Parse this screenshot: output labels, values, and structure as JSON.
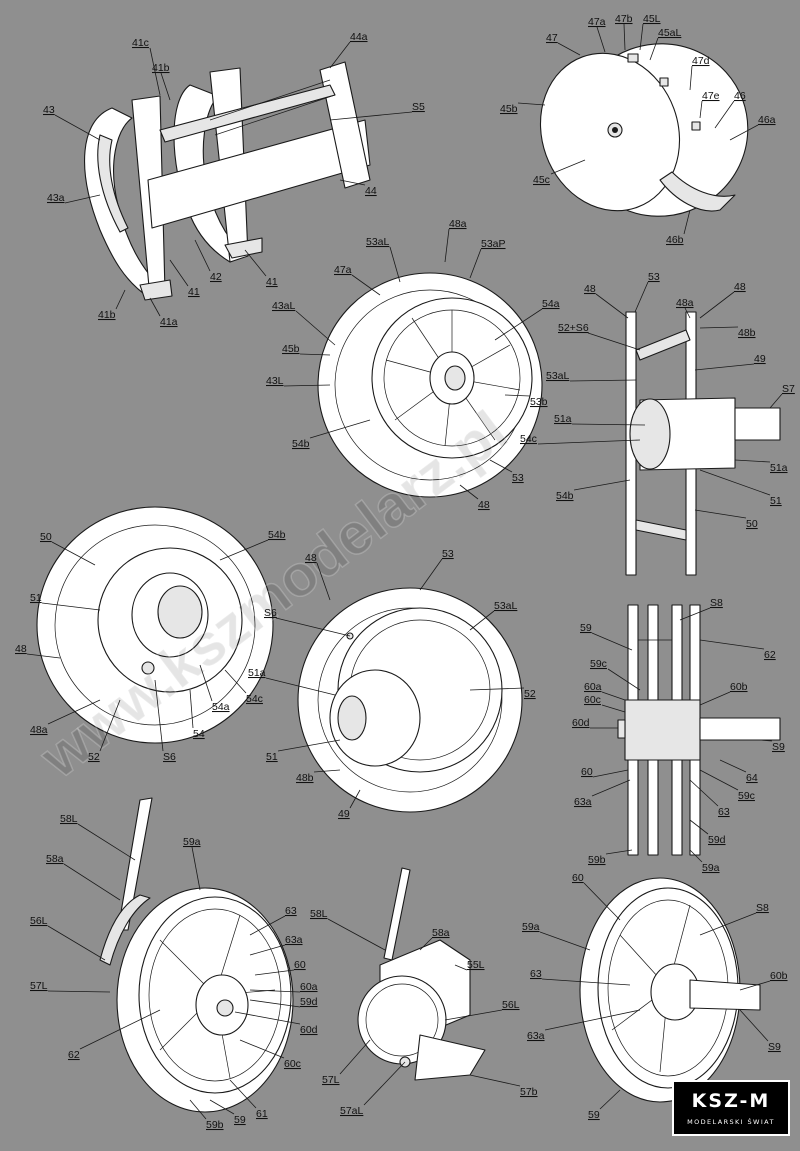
{
  "watermark": "www.kszmodelarz.pl",
  "logo": {
    "brand": "KSZ-M",
    "subtitle": "MODELARSKI ŚWIAT"
  },
  "colors": {
    "background": "#8f8f8f",
    "part_fill": "#ffffff",
    "outline": "#1a1a1a"
  },
  "labels": {
    "l41c": "41c",
    "l44a": "44a",
    "l41b_top": "41b",
    "l43": "43",
    "l_S5": "S5",
    "l43a": "43a",
    "l44": "44",
    "l42": "42",
    "l41_a": "41",
    "l41_b": "41",
    "l41b_bot": "41b",
    "l41a": "41a",
    "l47a_top": "47a",
    "l47b": "47b",
    "l45L": "45L",
    "l45aL": "45aL",
    "l47": "47",
    "l47d": "47d",
    "l47e": "47e",
    "l46": "46",
    "l45b_top": "45b",
    "l46a": "46a",
    "l45c": "45c",
    "l46b": "46b",
    "l48a_mid": "48a",
    "l53aL_mid": "53aL",
    "l53aP": "53aP",
    "l47a_mid": "47a",
    "l54a_mid": "54a",
    "l43aL": "43aL",
    "l45b_mid": "45b",
    "l43L": "43L",
    "l53b": "53b",
    "l54b_mid": "54b",
    "l53_mid": "53",
    "l48_mid": "48",
    "l53_side": "53",
    "l48_side1": "48",
    "l48_side2": "48",
    "l48a_side": "48a",
    "l48b_side": "48b",
    "l52S6": "52+S6",
    "l49_side": "49",
    "l53aL_side": "53aL",
    "l_S7": "S7",
    "l51a_side": "51a",
    "l54c_side": "54c",
    "l51a_side2": "51a",
    "l54b_side": "54b",
    "l51_side": "51",
    "l50_side": "50",
    "l50": "50",
    "l54b_left": "54b",
    "l51_left": "51",
    "l48_left": "48",
    "l48a_left": "48a",
    "l52_left": "52",
    "l54a_left": "54a",
    "l54c_left": "54c",
    "l54_left": "54",
    "l_S6_left": "S6",
    "l48_c": "48",
    "l53_c": "53",
    "l_S6_c": "S6",
    "l53aL_c": "53aL",
    "l51a_c": "51a",
    "l52_c": "52",
    "l51_c": "51",
    "l48b_c": "48b",
    "l49_c": "49",
    "l_S8_top": "S8",
    "l59": "59",
    "l62_side": "62",
    "l59c": "59c",
    "l60a_side": "60a",
    "l60b_side": "60b",
    "l60c_side": "60c",
    "l60d_side": "60d",
    "l_S9_side": "S9",
    "l60_side": "60",
    "l64": "64",
    "l59c_2": "59c",
    "l63a_side": "63a",
    "l63_side": "63",
    "l59d_side": "59d",
    "l59b_side": "59b",
    "l59a_side": "59a",
    "l58L_bl": "58L",
    "l59a_bl": "59a",
    "l58a_bl": "58a",
    "l63_bl": "63",
    "l56L_bl": "56L",
    "l63a_bl": "63a",
    "l60_bl": "60",
    "l57L_bl": "57L",
    "l60a_bl": "60a",
    "l59d_bl": "59d",
    "l62_bl": "62",
    "l60d_bl": "60d",
    "l60c_bl": "60c",
    "l61": "61",
    "l59b_bl": "59b",
    "l59_bl": "59",
    "l58L_bc": "58L",
    "l58a_bc": "58a",
    "l55L": "55L",
    "l56L_bc": "56L",
    "l57L_bc": "57L",
    "l57b": "57b",
    "l57aL": "57aL",
    "l60_br": "60",
    "l59a_br": "59a",
    "l_S8_br": "S8",
    "l63_br": "63",
    "l60b_br": "60b",
    "l63a_br": "63a",
    "l_S9_br": "S9",
    "l59_br": "59"
  }
}
